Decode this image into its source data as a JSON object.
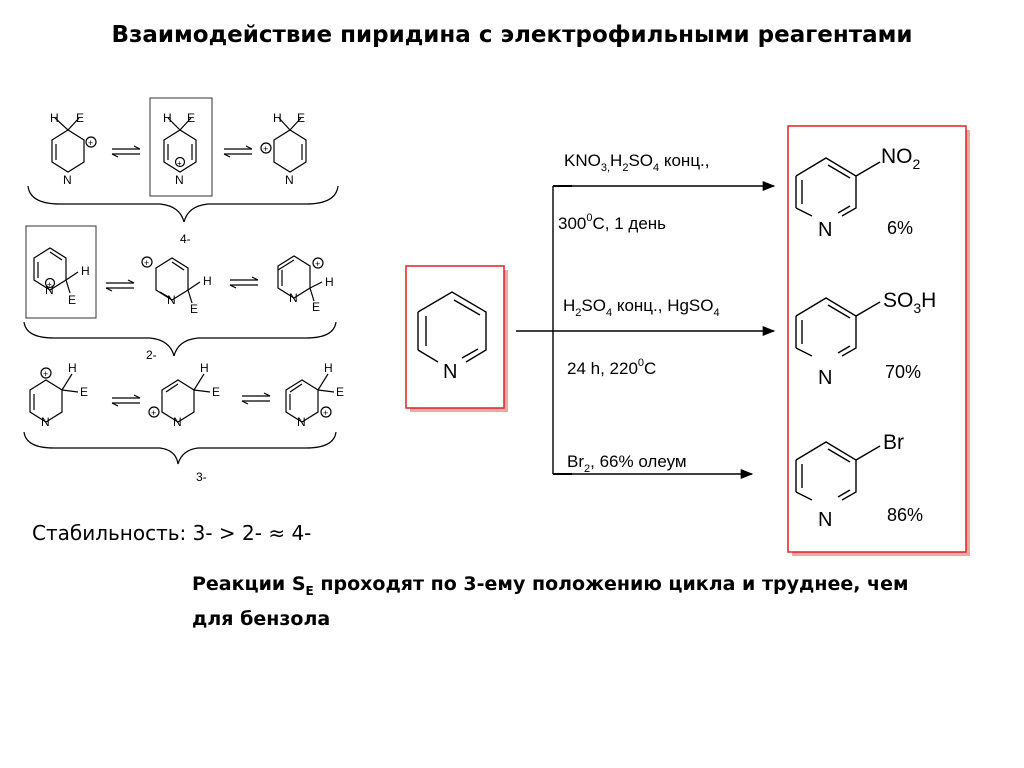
{
  "title": "Взаимодействие пиридина с электрофильными реагентами",
  "atoms": {
    "H": "H",
    "E": "E",
    "N": "N",
    "plus": "+"
  },
  "intermediates": {
    "group4_label": "4-",
    "group2_label": "2-",
    "group3_label": "3-"
  },
  "reactions": [
    {
      "reagents_top_parts": [
        "KNO",
        "3,",
        "H",
        "2",
        "SO",
        "4",
        " конц.,"
      ],
      "conditions_parts": [
        "300",
        "0",
        "С, 1 день"
      ],
      "substituent_parts": [
        "NO",
        "2"
      ],
      "yield": "6%"
    },
    {
      "reagents_top_parts": [
        "H",
        "2",
        "SO",
        "4",
        " конц., HgSO",
        "4"
      ],
      "conditions_parts": [
        "24 h, 220",
        "0",
        "C"
      ],
      "substituent_parts": [
        "SO",
        "3",
        "H"
      ],
      "yield": "70%"
    },
    {
      "reagents_top_parts": [
        "Br",
        "2",
        ", 66% олеум"
      ],
      "substituent_parts": [
        "Br"
      ],
      "yield": "86%"
    }
  ],
  "stability": "Стабильность: 3- > 2- ≈ 4-",
  "conclusion": {
    "text_before": "Реакции S",
    "subscript": "E",
    "text_after": " проходят по 3-ему положению цикла и труднее, чем для бензола"
  },
  "colors": {
    "highlight_box": "#e02020",
    "shadow": "#e8a9a9",
    "line": "#000000"
  }
}
